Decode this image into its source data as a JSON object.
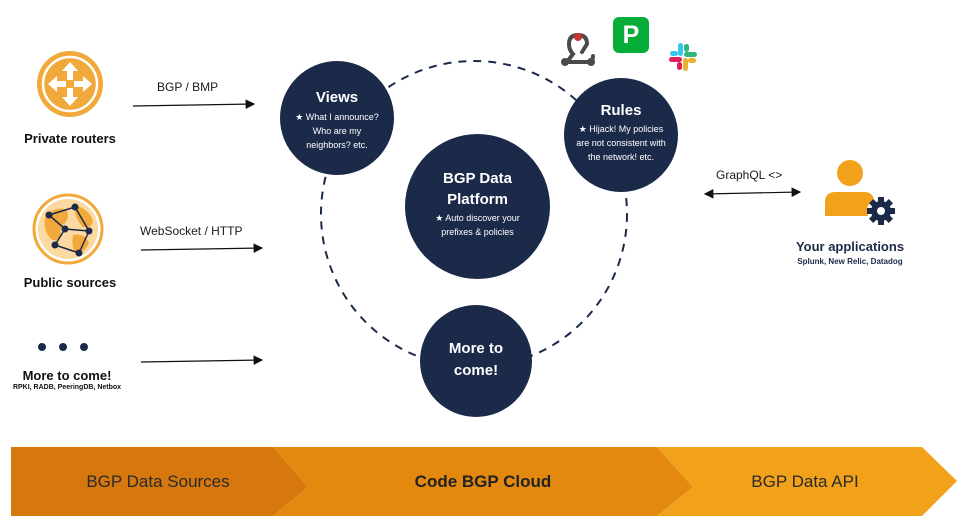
{
  "colors": {
    "navy": "#1c2a4a",
    "orange": "#f2a93b",
    "orange_dark": "#d97d0f",
    "banner_1": "#d6780e",
    "banner_2": "#e3890f",
    "banner_3": "#f2a21a"
  },
  "sources": [
    {
      "label": "Private routers",
      "icon": "router-icon",
      "edge": "BGP / BMP"
    },
    {
      "label": "Public sources",
      "icon": "globe-network-icon",
      "edge": "WebSocket / HTTP"
    },
    {
      "label": "More to come!",
      "sub": "RPKI, RADB, PeeringDB, Netbox",
      "icon": "ellipsis-icon"
    }
  ],
  "nodes": {
    "views": {
      "title": "Views",
      "desc": [
        "★ What I announce?",
        "Who are my",
        "neighbors?  etc."
      ]
    },
    "rules": {
      "title": "Rules",
      "desc": [
        "★ Hijack! My policies",
        "are not consistent with",
        "the network! etc."
      ]
    },
    "platform": {
      "title": [
        "BGP Data",
        "Platform"
      ],
      "desc": [
        "★ Auto discover your",
        "prefixes & policies"
      ]
    },
    "more": {
      "title": [
        "More to",
        "come!"
      ]
    }
  },
  "integrations": [
    "webhook-icon",
    "pagerduty-icon",
    "slack-icon"
  ],
  "integration_letter": "P",
  "api": {
    "edge": "GraphQL <>",
    "title": "Your  applications",
    "sub": "Splunk, New Relic, Datadog",
    "icon": "user-gear-icon"
  },
  "banner": [
    "BGP Data Sources",
    "Code BGP Cloud",
    "BGP Data API"
  ]
}
